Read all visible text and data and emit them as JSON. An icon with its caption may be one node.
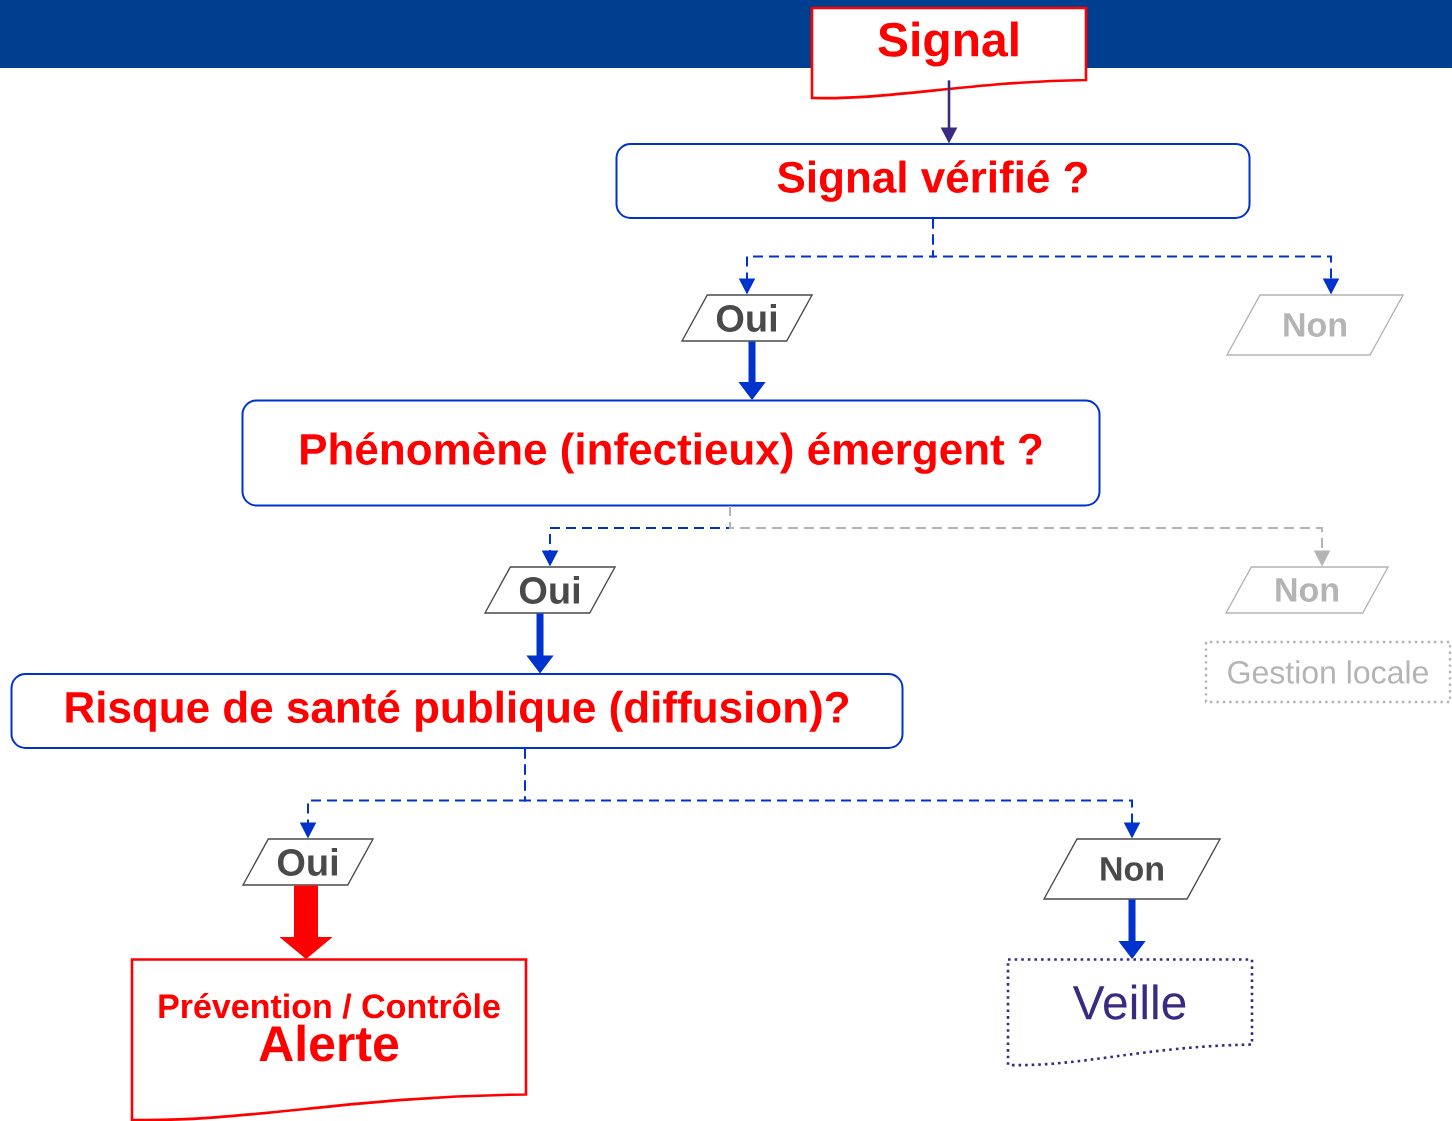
{
  "diagram": {
    "nodes": [
      {
        "text": [
          "Signal"
        ]
      },
      {
        "text": [
          "Signal vérifié ?"
        ]
      },
      {
        "text": [
          "Oui"
        ]
      },
      {
        "text": [
          "Non"
        ]
      },
      {
        "text": [
          "Phénomène (infectieux) émergent ?"
        ]
      },
      {
        "text": [
          "Oui"
        ]
      },
      {
        "text": [
          "Non"
        ]
      },
      {
        "text": [
          "Gestion locale"
        ]
      },
      {
        "text": [
          "Risque de santé publique (diffusion)?"
        ]
      },
      {
        "text": [
          "Oui"
        ]
      },
      {
        "text": [
          "Non"
        ]
      },
      {
        "text": [
          "Prévention / Contrôle",
          "Alerte"
        ]
      },
      {
        "text": [
          "Veille"
        ]
      }
    ],
    "edges": [
      {
        "from": 0,
        "to": 1,
        "arrow": "to",
        "color": "#3a2a80"
      },
      {
        "from": 1,
        "to": 2,
        "arrow": "to",
        "style": "dashed"
      },
      {
        "from": 1,
        "to": 3,
        "arrow": "to",
        "style": "dashed"
      },
      {
        "from": 2,
        "to": 4,
        "arrow": "to",
        "style": "thick"
      },
      {
        "from": 4,
        "to": 5,
        "arrow": "to",
        "style": "dashed"
      },
      {
        "from": 4,
        "to": 6,
        "arrow": "to",
        "style": "dashed",
        "color": "#b4b4b4"
      },
      {
        "from": 5,
        "to": 8,
        "arrow": "to",
        "style": "thick"
      },
      {
        "from": 8,
        "to": 9,
        "arrow": "to",
        "style": "dashed"
      },
      {
        "from": 8,
        "to": 10,
        "arrow": "to",
        "style": "dashed"
      },
      {
        "from": 9,
        "to": 11,
        "arrow": "to",
        "style": "thick",
        "color": "#ff0000"
      },
      {
        "from": 10,
        "to": 12,
        "arrow": "to",
        "style": "thick"
      }
    ]
  }
}
